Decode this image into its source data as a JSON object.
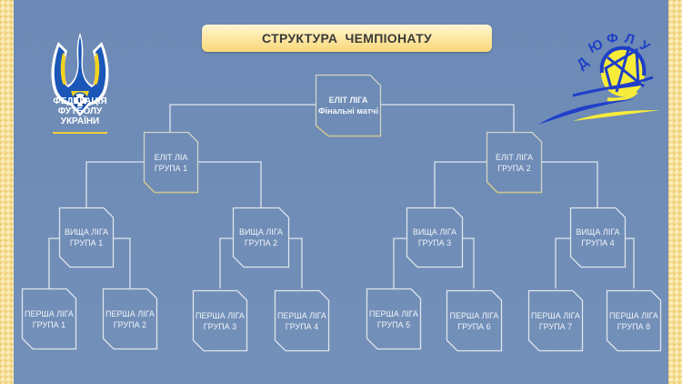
{
  "title": "СТРУКТУРА  ЧЕМПІОНАТУ",
  "logos": {
    "federation": {
      "name": "federation-logo",
      "lines": [
        "ФЕДЕРАЦІЯ",
        "ФУТБОЛУ",
        "УКРАЇНИ"
      ]
    },
    "dyufl": {
      "name": "dyufl-logo",
      "letters": [
        "Д",
        "Ю",
        "Ф",
        "Л",
        "У"
      ]
    }
  },
  "colors": {
    "background": "#6f8cb6",
    "frame_strip": "#f3d88a",
    "title_bar": "#fde9a6",
    "node_outline": "#d7dde6",
    "node_outline_accent": "#c9c28e",
    "emblem_blue": "#1a57b8",
    "emblem_yellow": "#f5d21f"
  },
  "tree": {
    "final": {
      "line1": "ЕЛІТ ЛІГА",
      "line2": "Фінальні матчі"
    },
    "elite": [
      {
        "line1": "ЕЛІТ ЛІА",
        "line2": "ГРУПА 1"
      },
      {
        "line1": "ЕЛІТ ЛІГА",
        "line2": "ГРУПА 2"
      }
    ],
    "higher": [
      {
        "line1": "ВИЩА ЛІГА",
        "line2": "ГРУПА 1"
      },
      {
        "line1": "ВИЩА ЛІГА",
        "line2": "ГРУПА 2"
      },
      {
        "line1": "ВИЩА ЛІГА",
        "line2": "ГРУПА 3"
      },
      {
        "line1": "ВИЩА ЛІГА",
        "line2": "ГРУПА 4"
      }
    ],
    "first": [
      {
        "line1": "ПЕРША ЛІГА",
        "line2": "ГРУПА  1"
      },
      {
        "line1": "ПЕРША ЛІГА",
        "line2": "ГРУПА  2"
      },
      {
        "line1": "ПЕРША ЛІГА",
        "line2": "ГРУПА  3"
      },
      {
        "line1": "ПЕРША ЛІГА",
        "line2": "ГРУПА  4"
      },
      {
        "line1": "ПЕРША ЛІГА",
        "line2": "ГРУПА  5"
      },
      {
        "line1": "ПЕРША ЛІГА",
        "line2": "ГРУПА  6"
      },
      {
        "line1": "ПЕРША ЛІГА",
        "line2": "ГРУПА  7"
      },
      {
        "line1": "ПЕРША ЛІГА",
        "line2": "ГРУПА  8"
      }
    ]
  }
}
